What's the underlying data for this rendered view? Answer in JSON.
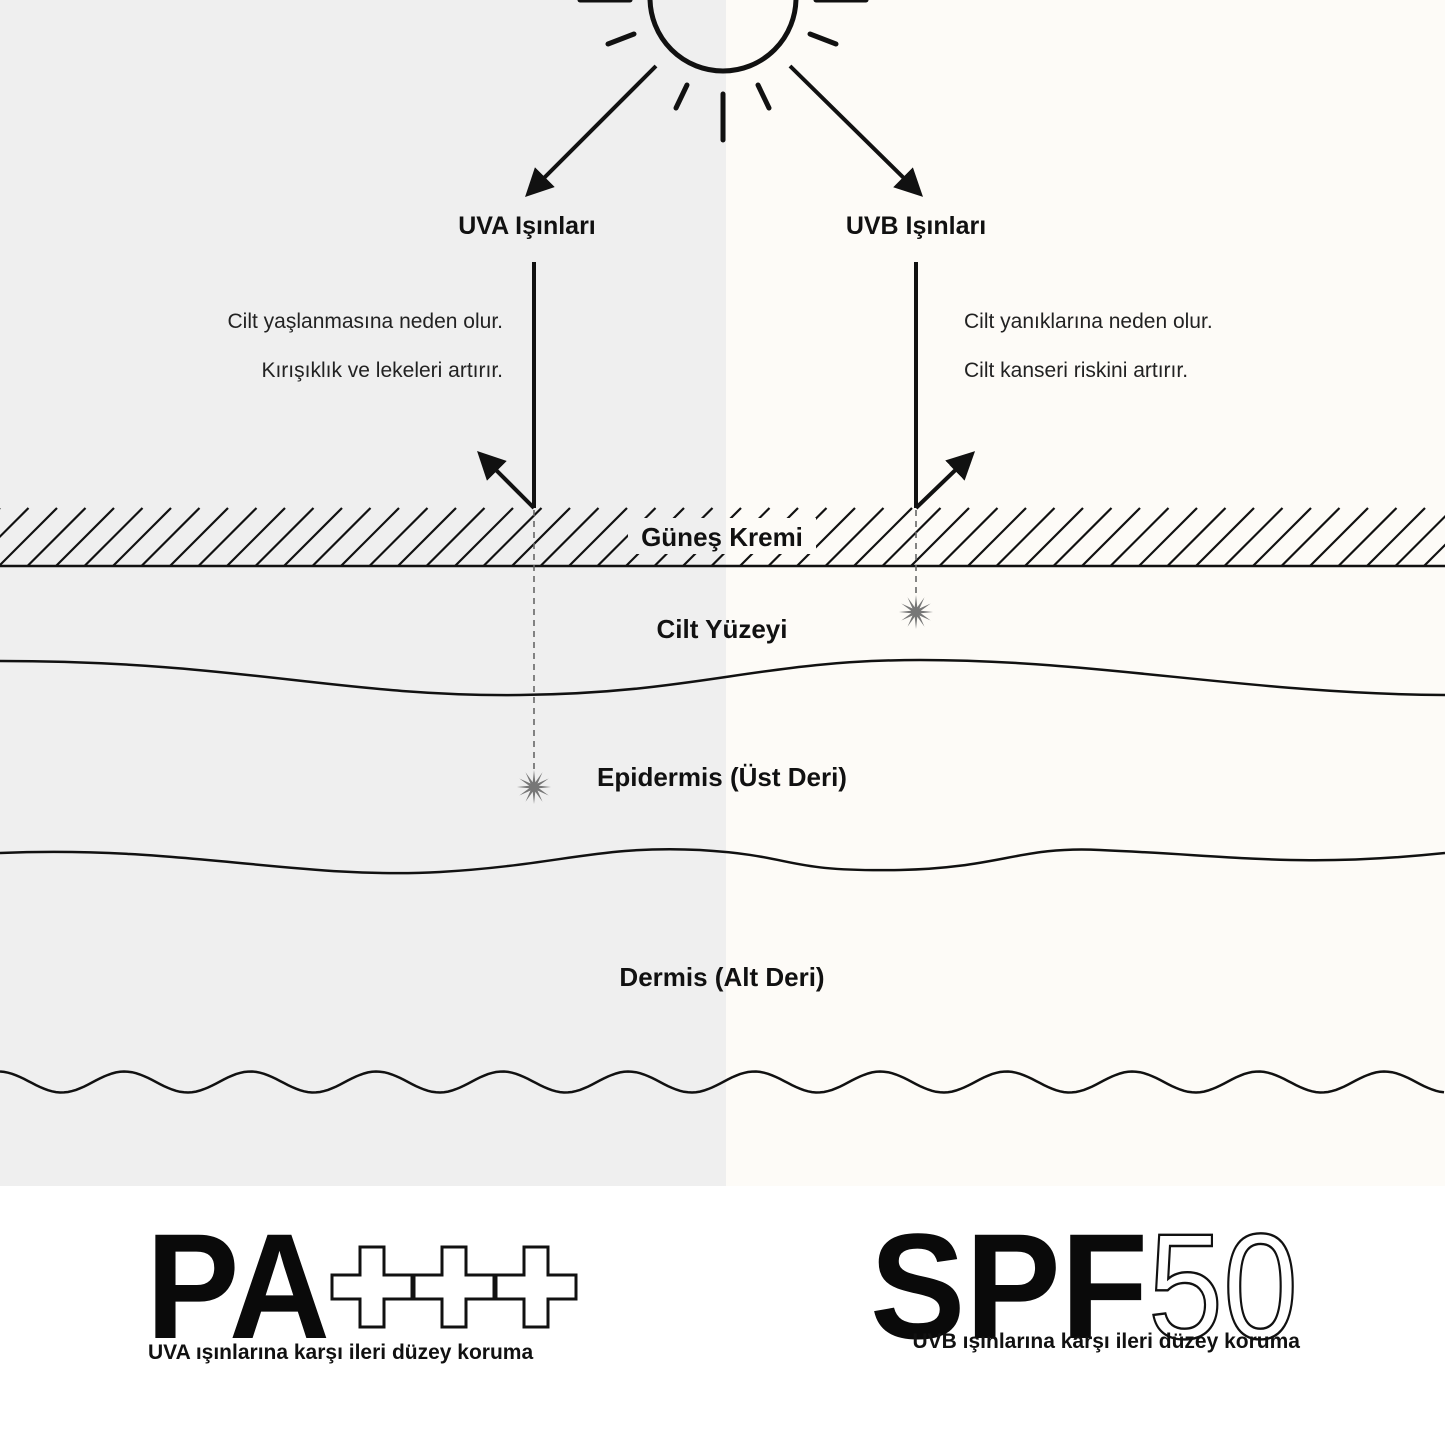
{
  "colors": {
    "left_panel": "#efefef",
    "right_panel": "#fdfbf7",
    "ink": "#111111",
    "burst": "#777777"
  },
  "icons": {
    "sun": "sun-icon",
    "burst": "starburst-icon"
  },
  "rays": {
    "uva": {
      "label": "UVA Işınları",
      "effects": [
        "Cilt yaşlanmasına neden olur.",
        "Kırışıklık ve lekeleri artırır."
      ]
    },
    "uvb": {
      "label": "UVB Işınları",
      "effects": [
        "Cilt yanıklarına neden olur.",
        "Cilt kanseri riskini artırır."
      ]
    }
  },
  "layers": {
    "sunscreen": "Güneş Kremi",
    "surface": "Cilt Yüzeyi",
    "epidermis": "Epidermis (Üst Deri)",
    "dermis": "Dermis (Alt Deri)"
  },
  "ratings": {
    "pa": {
      "prefix": "PA",
      "plus_count": 3,
      "caption": "UVA ışınlarına karşı ileri düzey koruma"
    },
    "spf": {
      "prefix": "SPF",
      "value": "50",
      "caption": "UVB ışınlarına karşı ileri düzey koruma"
    }
  }
}
